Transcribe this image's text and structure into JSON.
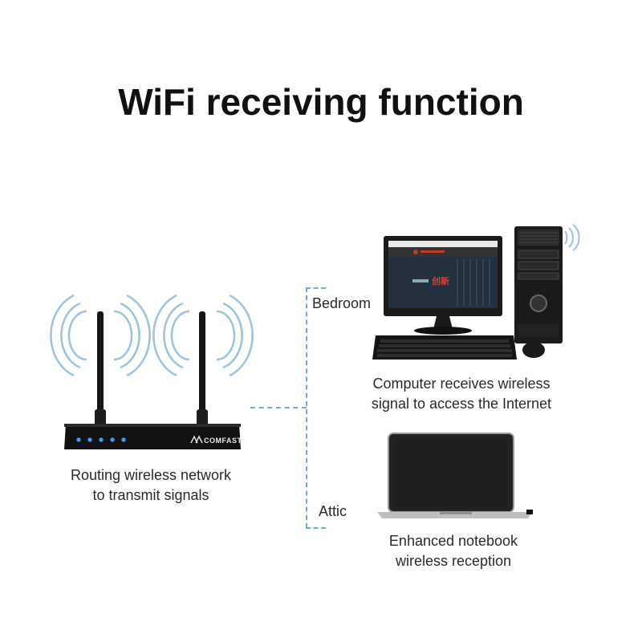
{
  "title": "WiFi receiving function",
  "router": {
    "caption_line1": "Routing wireless network",
    "caption_line2": "to transmit signals",
    "brand": "COMFAST"
  },
  "rooms": {
    "bedroom": "Bedroom",
    "attic": "Attic"
  },
  "computer": {
    "caption_line1": "Computer receives wireless",
    "caption_line2": "signal to access the Internet",
    "screen_text": "创新"
  },
  "notebook": {
    "caption_line1": "Enhanced notebook",
    "caption_line2": "wireless reception"
  },
  "colors": {
    "connector": "#6aaed6",
    "device": "#111111",
    "signal": "#9cc3da"
  }
}
